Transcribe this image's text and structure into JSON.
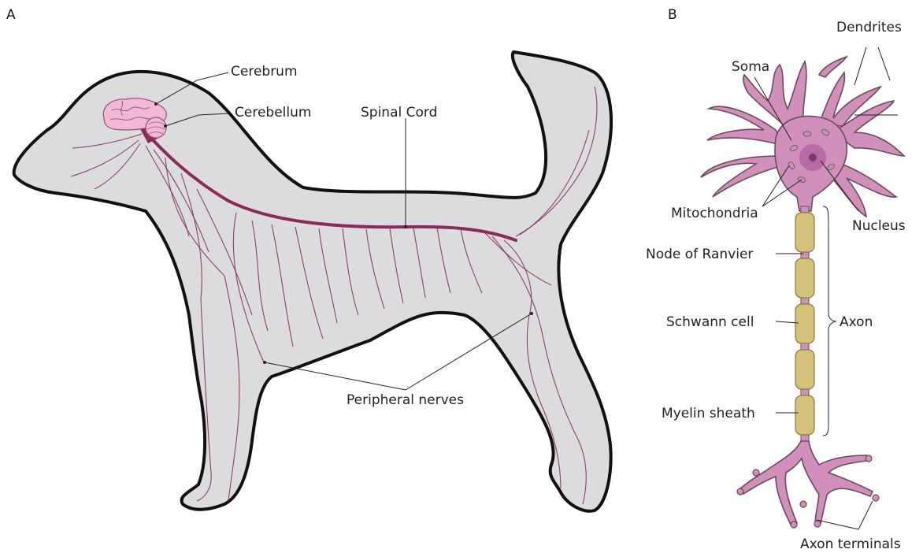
{
  "panels": {
    "a": "A",
    "b": "B"
  },
  "dog": {
    "labels": {
      "cerebrum": "Cerebrum",
      "cerebellum": "Cerebellum",
      "spinal_cord": "Spinal Cord",
      "peripheral_nerves": "Peripheral nerves"
    }
  },
  "neuron": {
    "labels": {
      "dendrites": "Dendrites",
      "soma": "Soma",
      "mitochondria": "Mitochondria",
      "nucleus": "Nucleus",
      "node_of_ranvier": "Node of Ranvier",
      "schwann_cell": "Schwann cell",
      "axon": "Axon",
      "myelin_sheath": "Myelin sheath",
      "axon_terminals": "Axon terminals"
    }
  },
  "colors": {
    "body_fill": "#dcdcde",
    "body_outline": "#111111",
    "nerve": "#8a2c5a",
    "spinal_cord": "#8a2c5a",
    "brain": "#f2b8d6",
    "neuron": "#d18fbc",
    "myelin": "#d4c27a"
  }
}
